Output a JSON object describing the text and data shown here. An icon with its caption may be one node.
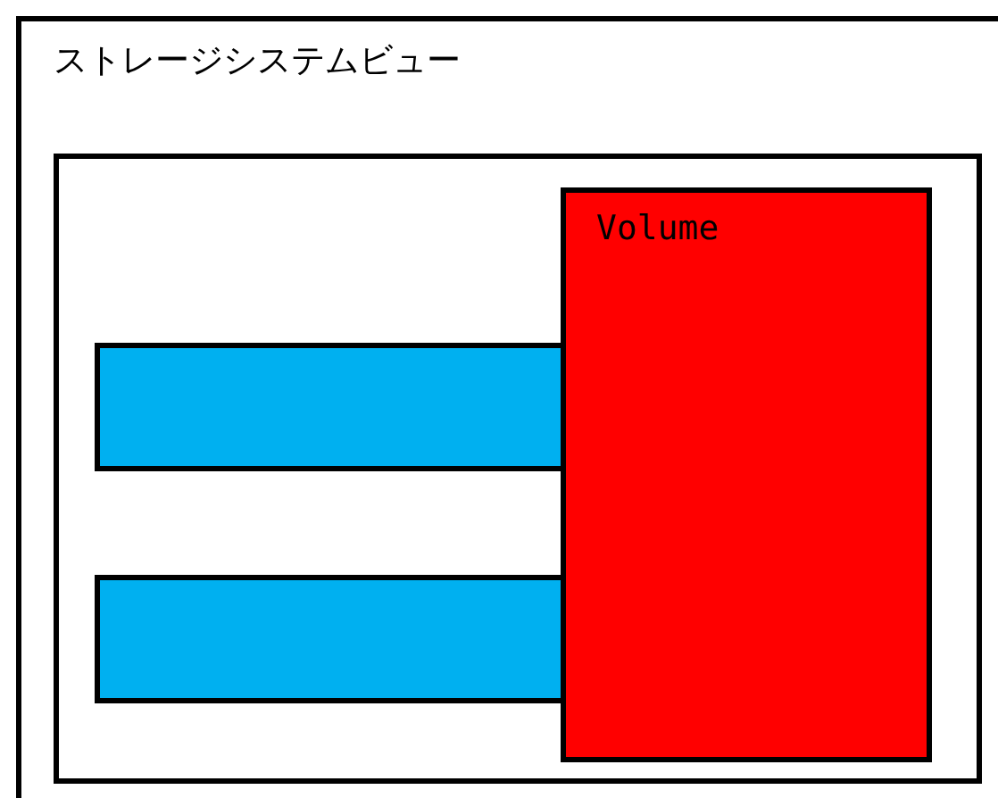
{
  "diagram": {
    "nodes": [
      {
        "text": [
          "ストレージシステムビュー"
        ]
      },
      {
        "text": [],
        "shape": "box",
        "in": 0
      },
      {
        "text": [],
        "shape": "bar",
        "in": 1
      },
      {
        "text": [],
        "shape": "bar",
        "in": 1
      },
      {
        "text": [
          "Volume"
        ],
        "in": 1
      }
    ]
  }
}
